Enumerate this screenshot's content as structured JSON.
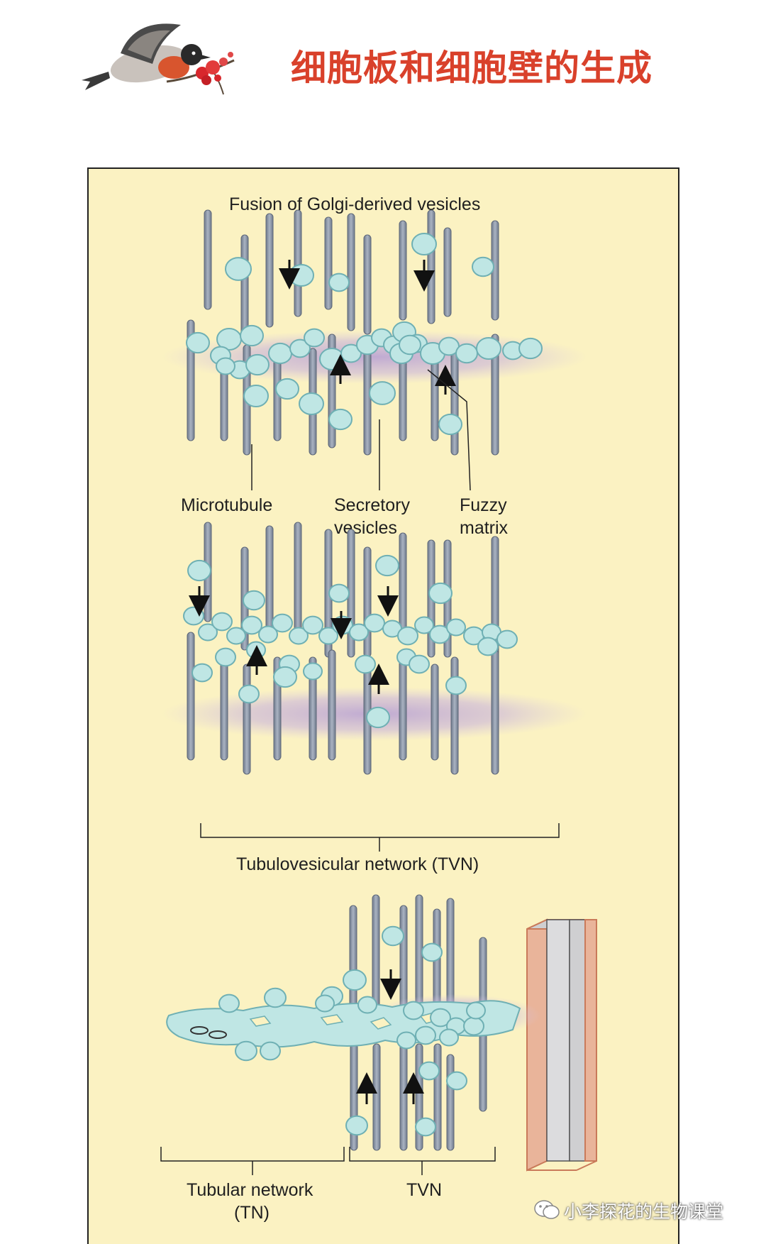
{
  "header": {
    "title": "细胞板和细胞壁的生成"
  },
  "diagram": {
    "stage1_title": "Fusion of Golgi-derived vesicles",
    "label_microtubule": "Microtubule",
    "label_secretory_line1": "Secretory",
    "label_secretory_line2": "vesicles",
    "label_fuzzy_line1": "Fuzzy",
    "label_fuzzy_line2": "matrix",
    "label_tvn_full": "Tubulovesicular network (TVN)",
    "label_tubular_line1": "Tubular network",
    "label_tubular_line2": "(TN)",
    "label_tvn_short": "TVN"
  },
  "watermark": {
    "text": "小李探花的生物课堂"
  },
  "colors": {
    "title": "#d9412b",
    "panel_bg": "#fbf2c2",
    "microtubule": "#8d97a8",
    "vesicle_fill": "#bfe6e4",
    "vesicle_stroke": "#6fb0b4",
    "fuzzy_matrix": "#c9b4dc",
    "cell_wall_edge": "#d98a6a"
  }
}
